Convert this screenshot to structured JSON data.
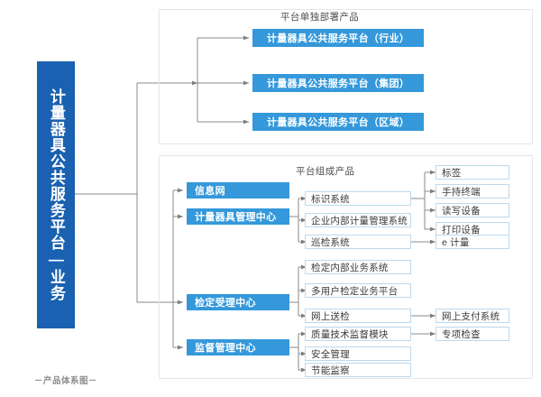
{
  "root": {
    "title": "计量器具公共服务平台—业务",
    "footer_caption": "－产品体系图－"
  },
  "sections": {
    "top": {
      "caption": "平台单独部署产品"
    },
    "bottom": {
      "caption": "平台组成产品"
    }
  },
  "deployed_products": [
    {
      "label": "计量器具公共服务平台（行业）"
    },
    {
      "label": "计量器具公共服务平台（集团）"
    },
    {
      "label": "计量器具公共服务平台（区域）"
    }
  ],
  "centers": [
    {
      "label": "信息网"
    },
    {
      "label": "计量器具管理中心"
    },
    {
      "label": "检定受理中心"
    },
    {
      "label": "监督管理中心"
    }
  ],
  "modules": {
    "metering_center": [
      {
        "label": "标识系统"
      },
      {
        "label": "企业内部计量管理系统"
      },
      {
        "label": "巡检系统"
      }
    ],
    "verification_center": [
      {
        "label": "检定内部业务系统"
      },
      {
        "label": "多用户检定业务平台"
      },
      {
        "label": "网上送检"
      }
    ],
    "supervision_center": [
      {
        "label": "质量技术监督模块"
      },
      {
        "label": "安全管理"
      },
      {
        "label": "节能监察"
      }
    ]
  },
  "leaves": {
    "identification_devices": [
      {
        "label": "标签"
      },
      {
        "label": "手持终端"
      },
      {
        "label": "读写设备"
      },
      {
        "label": "打印设备"
      }
    ],
    "inspection": [
      {
        "label": "e 计量"
      }
    ],
    "online_submit": [
      {
        "label": "网上支付系统"
      }
    ],
    "quality_supervision": [
      {
        "label": "专项检查"
      }
    ]
  },
  "colors": {
    "title_blue": "#1b61b1",
    "box_blue": "#3498db",
    "outline_border": "#bcd9ee",
    "frame_border": "#e3e6ea",
    "wire": "#8a8a8a"
  }
}
